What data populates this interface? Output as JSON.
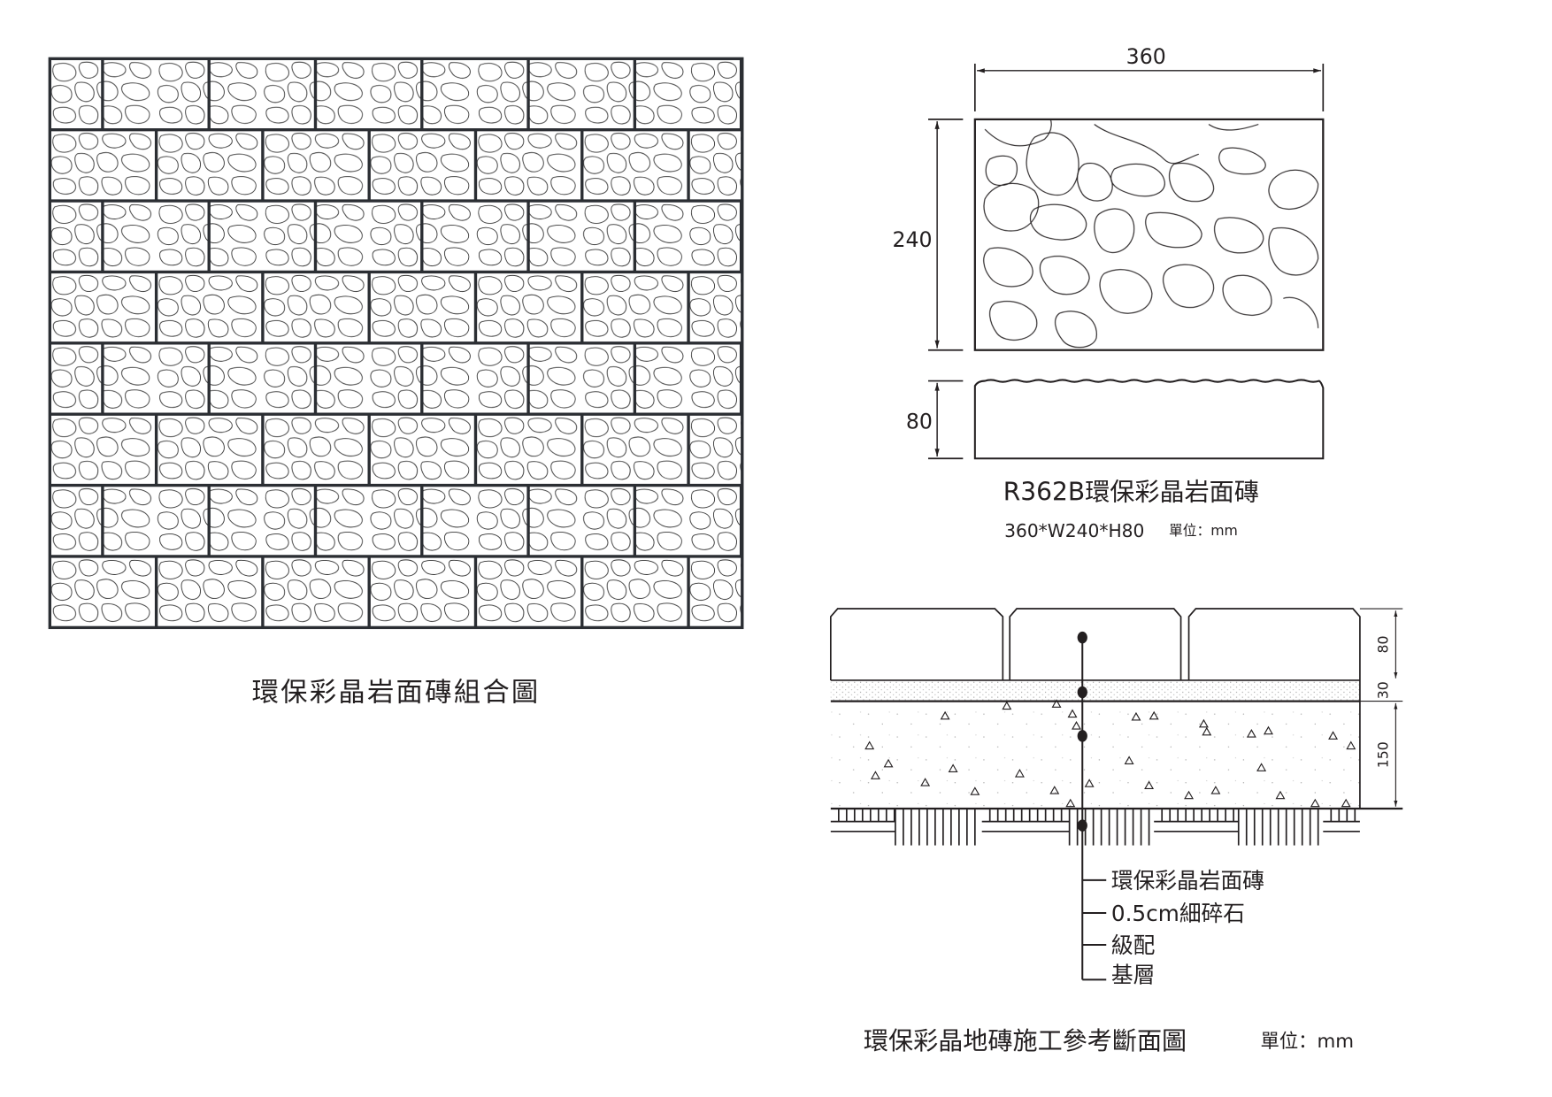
{
  "wall": {
    "caption": "環保彩晶岩面磚組合圖",
    "rows": 8,
    "columns": 7
  },
  "tile": {
    "width_label": "360",
    "height_label": "240",
    "thickness_label": "80",
    "title": "R362B環保彩晶岩面磚",
    "spec": "360*W240*H80",
    "unit": "單位：mm"
  },
  "section": {
    "dims": [
      "80",
      "30",
      "150"
    ],
    "layers": [
      "環保彩晶岩面磚",
      "0.5cm細碎石",
      "級配",
      "基層"
    ],
    "caption": "環保彩晶地磚施工參考斷面圖",
    "unit": "單位：mm"
  },
  "colors": {
    "line": "#231f20",
    "brick_border": "#2b2e33"
  }
}
